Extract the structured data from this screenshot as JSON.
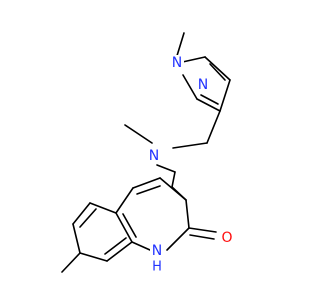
{
  "atoms": {
    "pyrazole_n1": {
      "label": "N",
      "element": "N"
    },
    "pyrazole_n2": {
      "label": "N",
      "element": "N"
    },
    "amine_n": {
      "label": "N",
      "element": "N"
    },
    "lactam_n": {
      "label": "N",
      "element": "N"
    },
    "lactam_h": {
      "label": "H",
      "element": "N"
    },
    "carbonyl_o": {
      "label": "O",
      "element": "O"
    }
  },
  "colors": {
    "bond": "#000000",
    "nitrogen": "#2233ff",
    "oxygen": "#ff0d0d",
    "background": "#ffffff"
  }
}
